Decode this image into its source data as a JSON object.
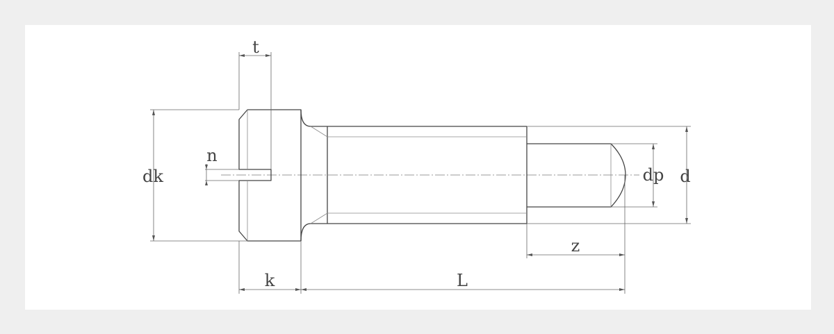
{
  "diagram": {
    "labels": {
      "t": "t",
      "n": "n",
      "dk": "dk",
      "dp": "dp",
      "d": "d",
      "z": "z",
      "k": "k",
      "L": "L"
    }
  }
}
